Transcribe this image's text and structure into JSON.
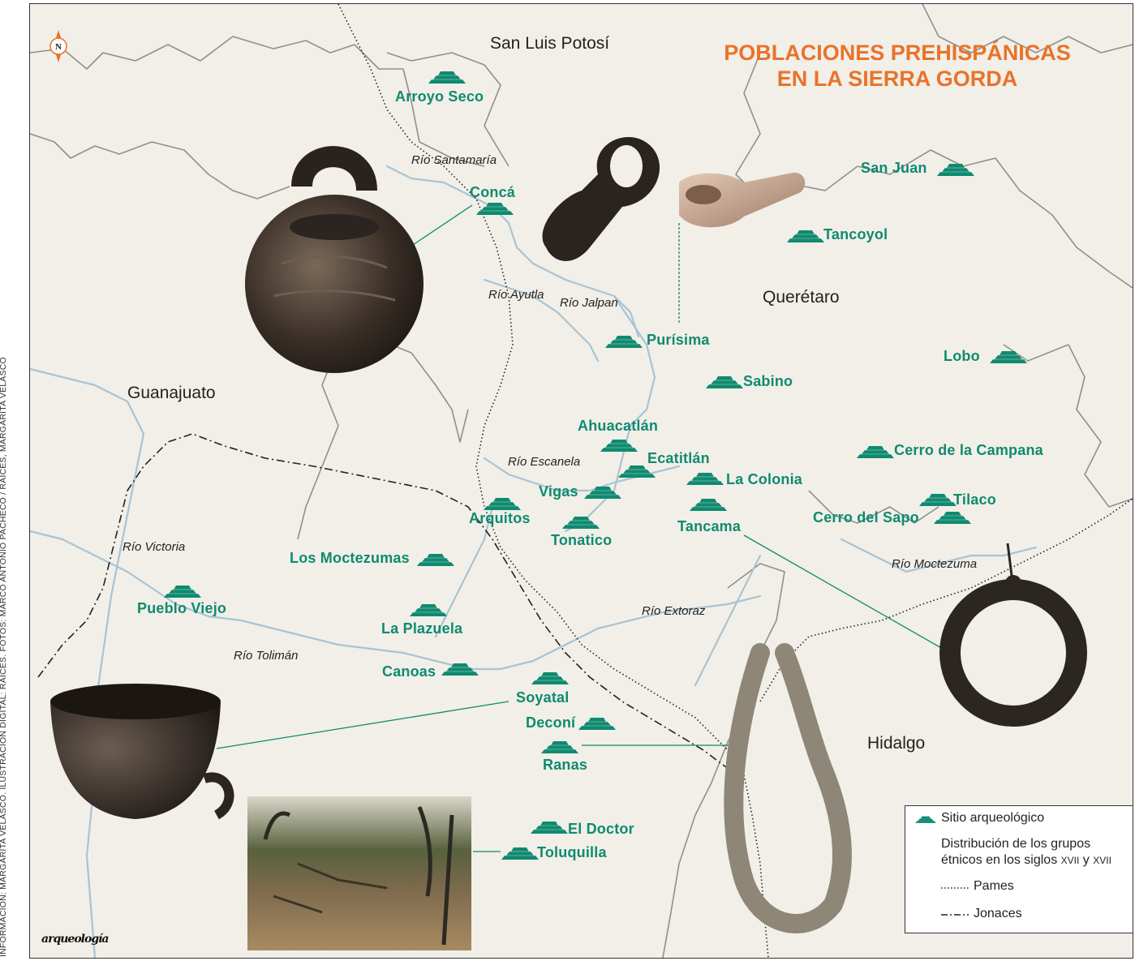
{
  "title": {
    "line1": "POBLACIONES PREHISPÁNICAS",
    "line2": "EN LA SIERRA GORDA"
  },
  "compass_label": "N",
  "states": [
    {
      "id": "slp",
      "text": "San Luis Potosí"
    },
    {
      "id": "qro",
      "text": "Querétaro"
    },
    {
      "id": "gto",
      "text": "Guanajuato"
    },
    {
      "id": "hgo",
      "text": "Hidalgo"
    }
  ],
  "rivers": [
    {
      "id": "santamaria",
      "text": "Río Santamaría"
    },
    {
      "id": "ayutla",
      "text": "Río Ayutla"
    },
    {
      "id": "jalpan",
      "text": "Río Jalpan"
    },
    {
      "id": "escanela",
      "text": "Río Escanela"
    },
    {
      "id": "victoria",
      "text": "Río Victoria"
    },
    {
      "id": "tolimán",
      "text": "Río Tolimán"
    },
    {
      "id": "extoraz",
      "text": "Río Extoraz"
    },
    {
      "id": "moctezuma",
      "text": "Río Moctezuma"
    }
  ],
  "sites": [
    {
      "id": "arroyo-seco",
      "text": "Arroyo Seco"
    },
    {
      "id": "conca",
      "text": "Concá"
    },
    {
      "id": "san-juan",
      "text": "San Juan"
    },
    {
      "id": "tancoyol",
      "text": "Tancoyol"
    },
    {
      "id": "purisima",
      "text": "Purísima"
    },
    {
      "id": "lobo",
      "text": "Lobo"
    },
    {
      "id": "sabino",
      "text": "Sabino"
    },
    {
      "id": "ahuacatlan",
      "text": "Ahuacatlán"
    },
    {
      "id": "ecatitlan",
      "text": "Ecatitlán"
    },
    {
      "id": "cerro-campana",
      "text": "Cerro de la Campana"
    },
    {
      "id": "la-colonia",
      "text": "La Colonia"
    },
    {
      "id": "vigas",
      "text": "Vigas"
    },
    {
      "id": "tilaco",
      "text": "Tilaco"
    },
    {
      "id": "arquitos",
      "text": "Arquitos"
    },
    {
      "id": "tancama",
      "text": "Tancama"
    },
    {
      "id": "cerro-sapo",
      "text": "Cerro del Sapo"
    },
    {
      "id": "tonatico",
      "text": "Tonatico"
    },
    {
      "id": "los-moctezumas",
      "text": "Los Moctezumas"
    },
    {
      "id": "pueblo-viejo",
      "text": "Pueblo Viejo"
    },
    {
      "id": "la-plazuela",
      "text": "La Plazuela"
    },
    {
      "id": "canoas",
      "text": "Canoas"
    },
    {
      "id": "soyatal",
      "text": "Soyatal"
    },
    {
      "id": "deconi",
      "text": "Deconí"
    },
    {
      "id": "ranas",
      "text": "Ranas"
    },
    {
      "id": "el-doctor",
      "text": "El Doctor"
    },
    {
      "id": "toluquilla",
      "text": "Toluquilla"
    }
  ],
  "legend": {
    "site_label": "Sitio arqueológico",
    "distribution_line1": "Distribución de los grupos",
    "distribution_line2": "étnicos en los siglos",
    "century1": "xvii",
    "conj": "y",
    "century2": "xvii",
    "pames": "Pames",
    "jonaces": "Jonaces"
  },
  "credit": "INFORMACIÓN: MARGARITA VELASCO. ILUSTRACIÓN DIGITAL: RAÍCES. FOTOS: MARCO ANTONIO PACHECO / RAÍCES, MARGARITA VELASCO",
  "logo_text": "arqueología",
  "colors": {
    "site": "#0f8a70",
    "title": "#e8732a",
    "river": "#a9c3d3",
    "border": "#8f8f8f",
    "background": "#f1efe8"
  }
}
